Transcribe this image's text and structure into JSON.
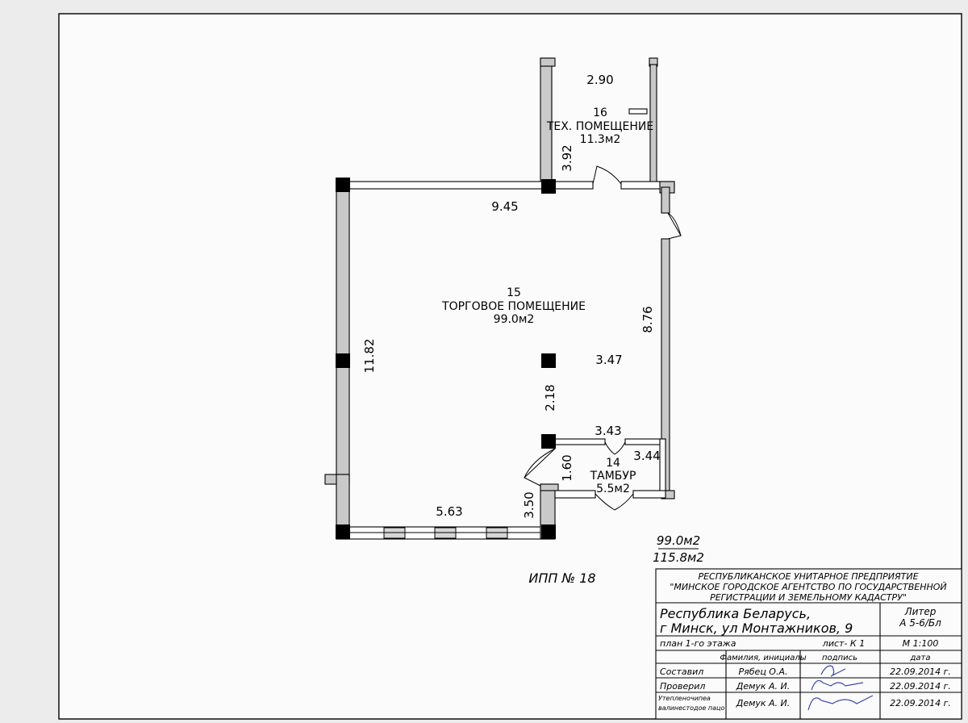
{
  "plan": {
    "rooms": [
      {
        "number": "16",
        "name": "ТЕХ. ПОМЕЩЕНИЕ",
        "area": "11.3м2"
      },
      {
        "number": "15",
        "name": "ТОРГОВОЕ ПОМЕЩЕНИЕ",
        "area": "99.0м2"
      },
      {
        "number": "14",
        "name": "ТАМБУР",
        "area": "5.5м2"
      }
    ],
    "dimensions": {
      "tech_width": "2.90",
      "tech_height": "3.92",
      "top_wall": "9.45",
      "right_wall": "8.76",
      "left_wall": "11.82",
      "interior_h": "3.47",
      "interior_v": "2.18",
      "vestibule_top": "3.43",
      "vestibule_right": "3.44",
      "vestibule_left": "1.60",
      "front_wall": "5.63",
      "front_depth": "3.50"
    },
    "area_totals": {
      "main": "99.0м2",
      "total": "115.8м2"
    },
    "ipp": "ИПП № 18"
  },
  "title_block": {
    "org_line1": "РЕСПУБЛИКАНСКОЕ УНИТАРНОЕ ПРЕДПРИЯТИЕ",
    "org_line2": "\"МИНСКОЕ ГОРОДСКОЕ АГЕНТСТВО ПО ГОСУДАРСТВЕННОЙ",
    "org_line3": "РЕГИСТРАЦИИ И ЗЕМЕЛЬНОМУ КАДАСТРУ\"",
    "address_line1": "Республика Беларусь,",
    "address_line2": "г Минск, ул Монтажников, 9",
    "liter_label": "Литер",
    "liter_value": "А 5-6/Бл",
    "plan_name": "план 1-го этажа",
    "sheet": "лист- К 1",
    "scale": "М 1:100",
    "col_names": "Фамилия, инициалы",
    "col_sign": "подпись",
    "col_date": "дата",
    "rows": [
      {
        "role": "Составил",
        "name": "Рябец О.А.",
        "date": "22.09.2014 г."
      },
      {
        "role": "Проверил",
        "name": "Демук А. И.",
        "date": "22.09.2014 г."
      },
      {
        "role1": "Утепленочипеа",
        "role2": "валинестодое пацо",
        "name": "Демук А. И.",
        "date": "22.09.2014 г."
      }
    ]
  }
}
